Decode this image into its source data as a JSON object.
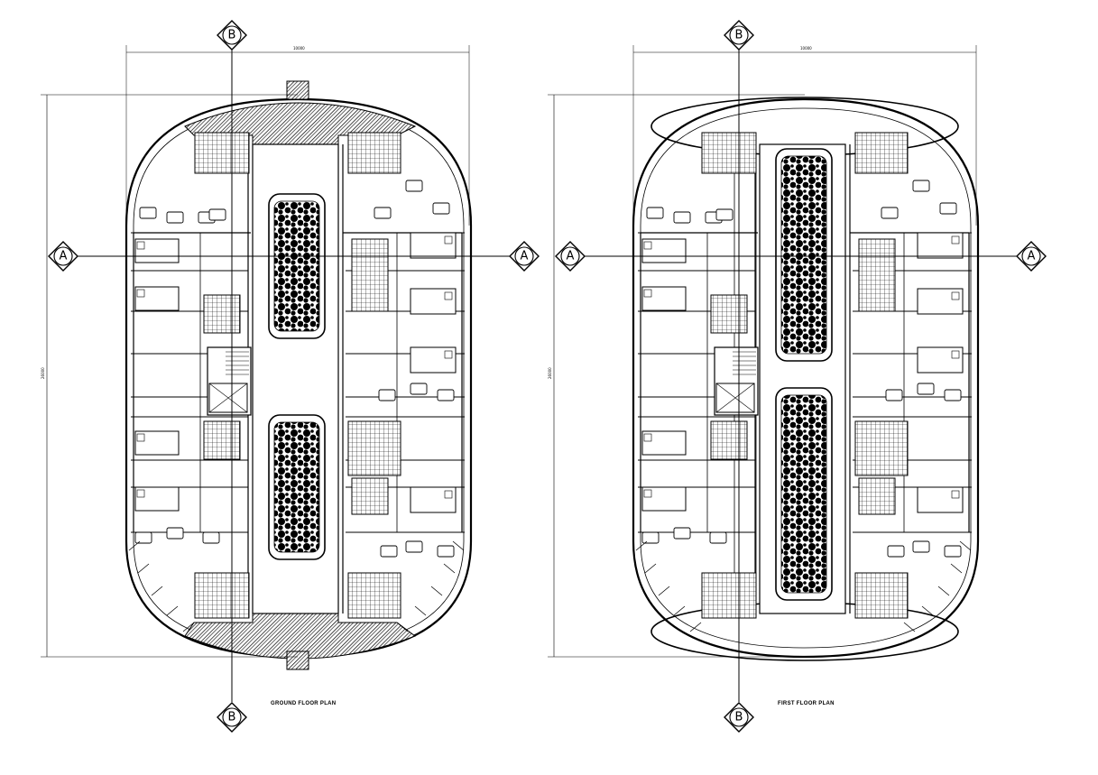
{
  "sheet": {
    "plans": [
      {
        "title": "GROUND FLOOR PLAN",
        "axis_a": "A",
        "axis_b": "B",
        "dim_width": "10000",
        "dim_height": "26000",
        "courtyards": 2,
        "hatched_entrances": true
      },
      {
        "title": "FIRST FLOOR PLAN",
        "axis_a": "A",
        "axis_b": "B",
        "dim_width": "10000",
        "dim_height": "26000",
        "courtyards": 2,
        "hatched_entrances": false
      }
    ]
  },
  "colors": {
    "line": "#000000",
    "background": "#ffffff",
    "corridor": "#e6e6e6"
  }
}
